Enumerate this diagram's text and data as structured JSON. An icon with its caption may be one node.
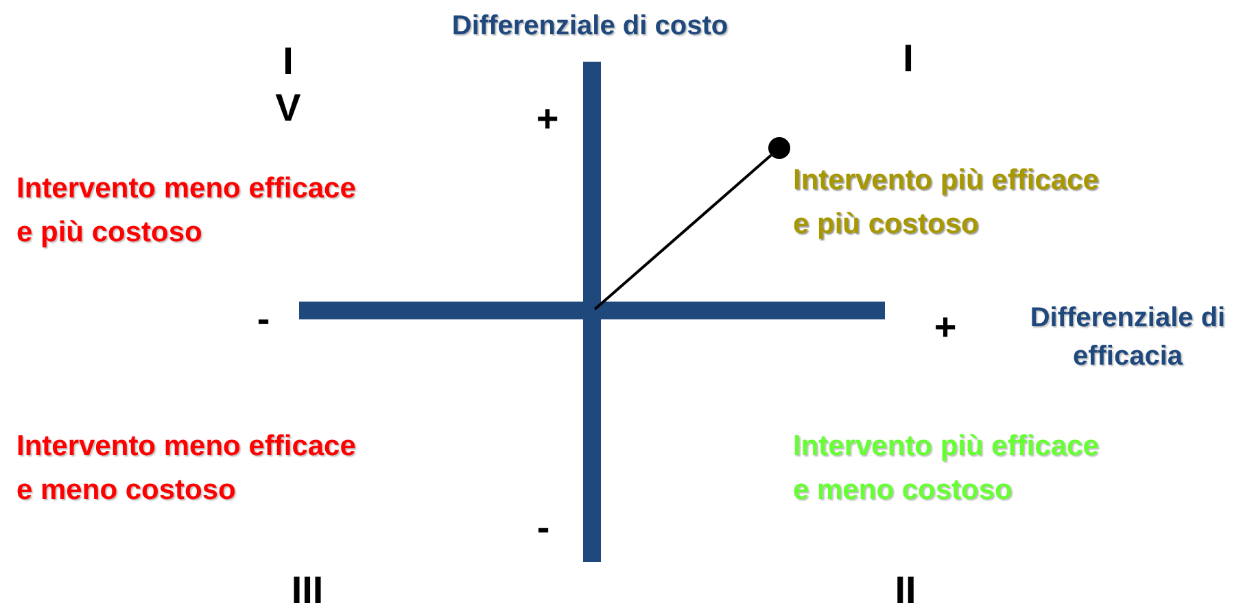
{
  "diagram": {
    "nodes": [
      {
        "text": [],
        "shape": "circle"
      },
      {
        "text": [],
        "shape": "point"
      }
    ],
    "edges": [
      {
        "from": 1,
        "to": 0,
        "arrow": "none"
      }
    ],
    "labels": [
      "Differenziale di costo",
      "IV",
      "I",
      "+",
      "Intervento meno efficace e più costoso",
      "Intervento più efficace e più costoso",
      "-",
      "+",
      "Differenziale di efficacia",
      "Intervento meno efficace e meno costoso",
      "Intervento più efficace e meno costoso",
      "-",
      "III",
      "II"
    ]
  }
}
